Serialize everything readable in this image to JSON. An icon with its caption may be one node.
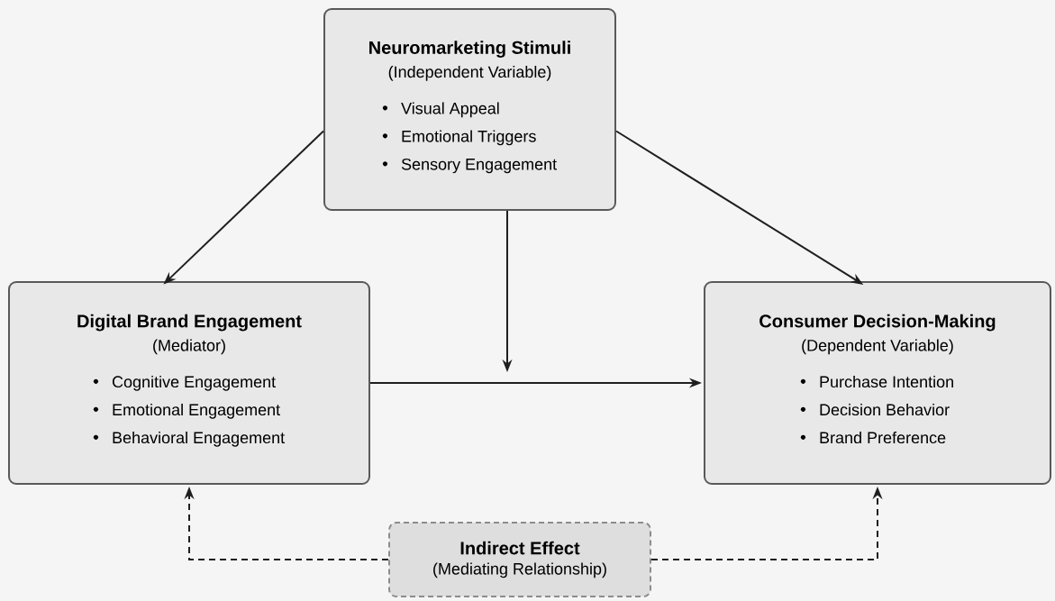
{
  "diagram": {
    "nodes": [
      {
        "text": [
          "Neuromarketing Stimuli",
          "(Independent Variable)",
          "Visual Appeal",
          "Emotional Triggers",
          "Sensory Engagement"
        ]
      },
      {
        "text": [
          "Digital Brand Engagement",
          "(Mediator)",
          "Cognitive Engagement",
          "Emotional Engagement",
          "Behavioral Engagement"
        ]
      },
      {
        "text": [
          "Consumer Decision-Making",
          "(Dependent Variable)",
          "Purchase Intention",
          "Decision Behavior",
          "Brand Preference"
        ]
      },
      {
        "text": [
          "Indirect Effect",
          "(Mediating Relationship)"
        ]
      }
    ],
    "edges": [
      {
        "from": 0,
        "to": 1,
        "arrow": "to"
      },
      {
        "from": 0,
        "to": 2,
        "arrow": "to"
      },
      {
        "from": 1,
        "to": 2,
        "arrow": "to"
      },
      {
        "from": 0,
        "to": null,
        "arrow": "to"
      },
      {
        "from": 3,
        "to": 1,
        "arrow": "to",
        "style": "dashed"
      },
      {
        "from": 3,
        "to": 2,
        "arrow": "to",
        "style": "dashed"
      }
    ]
  }
}
